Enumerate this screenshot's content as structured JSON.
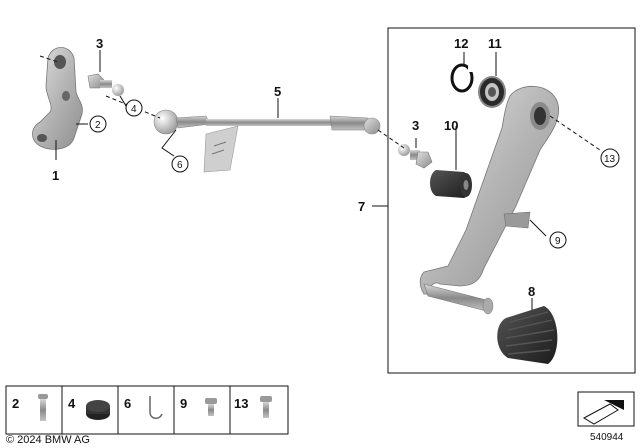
{
  "callouts": {
    "c1": "1",
    "c2": "2",
    "c3a": "3",
    "c3b": "3",
    "c4": "4",
    "c5": "5",
    "c6": "6",
    "c7": "7",
    "c8": "8",
    "c9": "9",
    "c10": "10",
    "c11": "11",
    "c12": "12",
    "c13": "13"
  },
  "legend": {
    "i1": "2",
    "i2": "4",
    "i3": "6",
    "i4": "9",
    "i5": "13"
  },
  "copyright": "© 2024 BMW AG",
  "doc_number": "540944",
  "colors": {
    "part_gray": "#b9b9b9",
    "part_dark": "#2a2a2a",
    "line": "#111111"
  }
}
